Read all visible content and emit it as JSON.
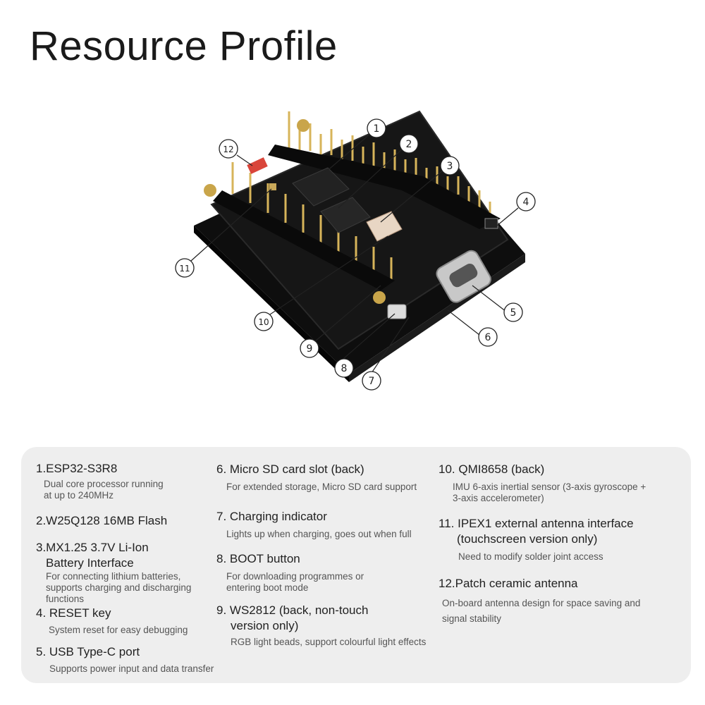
{
  "title": "Resource Profile",
  "callouts": [
    "1",
    "2",
    "3",
    "4",
    "5",
    "6",
    "7",
    "8",
    "9",
    "10",
    "11",
    "12"
  ],
  "items": [
    {
      "title": "1.ESP32-S3R8",
      "desc": [
        "Dual core processor running",
        "at up to 240MHz"
      ]
    },
    {
      "title": "2.W25Q128 16MB Flash",
      "desc": []
    },
    {
      "title": [
        "3.MX1.25 3.7V Li-Ion",
        "Battery Interface"
      ],
      "desc": [
        "For connecting lithium batteries,",
        "supports charging and discharging",
        "functions"
      ]
    },
    {
      "title": "4. RESET key",
      "desc": [
        "System reset for easy debugging"
      ]
    },
    {
      "title": "5. USB Type-C port",
      "desc": [
        "Supports power input and data transfer"
      ]
    },
    {
      "title": "6. Micro SD card slot (back)",
      "desc": [
        "For extended storage, Micro SD card support"
      ]
    },
    {
      "title": "7. Charging indicator",
      "desc": [
        "Lights up when charging, goes out when full"
      ]
    },
    {
      "title": "8. BOOT button",
      "desc": [
        "For downloading programmes or",
        "entering boot mode"
      ]
    },
    {
      "title": [
        "9. WS2812 (back, non-touch",
        "version only)"
      ],
      "desc": [
        "RGB light beads, support colourful light effects"
      ]
    },
    {
      "title": "10. QMI8658 (back)",
      "desc": [
        "IMU 6-axis inertial sensor (3-axis gyroscope +",
        "3-axis accelerometer)"
      ]
    },
    {
      "title": [
        "11. IPEX1 external antenna interface",
        "(touchscreen version only)"
      ],
      "desc": [
        "Need to modify solder joint access"
      ]
    },
    {
      "title": "12.Patch ceramic antenna",
      "desc": [
        "On-board antenna design for space saving and",
        "signal stability"
      ]
    }
  ],
  "colors": {
    "panel": "#eeeeee",
    "board": "#141414",
    "gold": "#c9a54a"
  }
}
